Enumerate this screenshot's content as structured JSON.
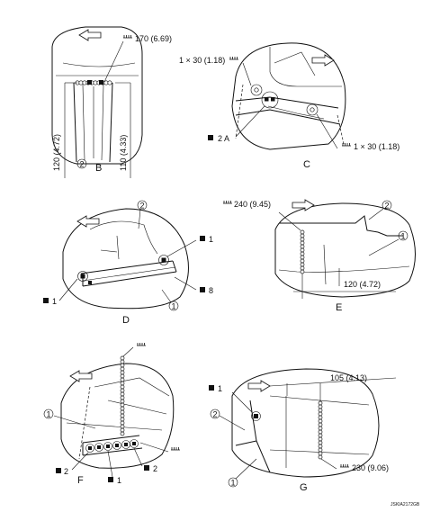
{
  "panels": {
    "b": {
      "caption": "B",
      "weld_length": "170 (6.69)",
      "dim_left": "120 (4.72)",
      "dim_right": "110 (4.33)",
      "part_callout": "2"
    },
    "c": {
      "caption": "C",
      "spot_top": "1 × 30 (1.18)",
      "spot_bottom": "1 × 30 (1.18)",
      "plug_count": "2 A"
    },
    "d": {
      "caption": "D",
      "plug_left": "1",
      "plug_right_top": "1",
      "plug_right_bottom": "8",
      "part_top": "2",
      "part_bottom": "1"
    },
    "e": {
      "caption": "E",
      "weld_length": "240 (9.45)",
      "dim_bottom": "120 (4.72)",
      "part_top": "2",
      "part_right": "1"
    },
    "f": {
      "caption": "F",
      "part_left": "1",
      "plug_left": "2",
      "plug_bottom": "1",
      "plug_right": "2"
    },
    "g": {
      "caption": "G",
      "plug_top": "1",
      "dim_top": "105 (4.13)",
      "weld_length": "230 (9.06)",
      "part_left": "2",
      "part_bottom": "1"
    }
  },
  "figure_id": "JSKIA2172GB"
}
